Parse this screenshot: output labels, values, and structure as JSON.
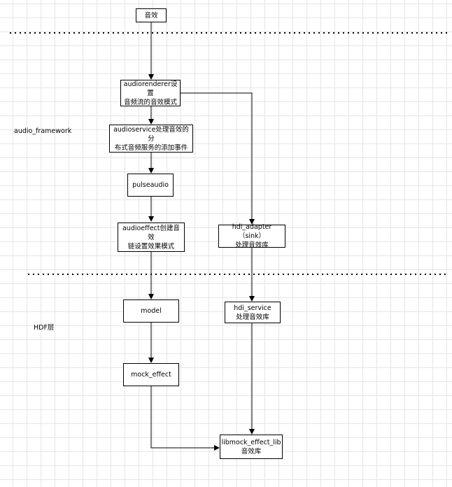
{
  "nodes": {
    "sound_effect": "音效",
    "audiorenderer": "audiorenderer设置\n音频流的音效模式",
    "audioservice": "audioservice处理音效的分\n布式音频服务的添加事件",
    "pulseaudio": "pulseaudio",
    "audioeffect": "audioeffect创建音效\n链设置效果模式",
    "hdi_adapter": "hdi_adapter（sink）\n处理音效库",
    "model": "model",
    "hdi_service": "hdi_service\n处理音效库",
    "mock_effect": "mock_effect",
    "libmock_effect_lib": "libmock_effect_lib\n音效库"
  },
  "layers": {
    "audio_framework": "audio_framework",
    "hdf": "HDF层"
  }
}
